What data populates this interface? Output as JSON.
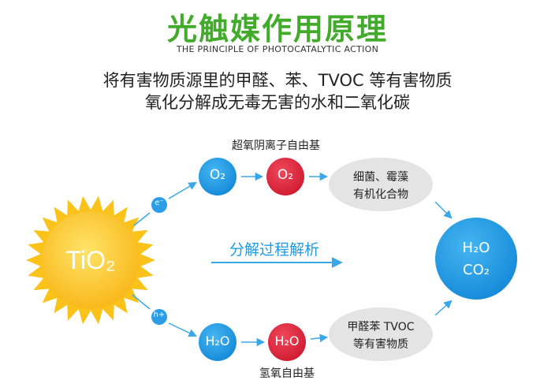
{
  "header": {
    "title": "光触媒作用原理",
    "subtitle": "THE PRINCIPLE OF PHOTOCATALYTIC ACTION",
    "description_line1": "将有害物质源里的甲醛、苯、TVOC 等有害物质",
    "description_line2": "氧化分解成无毒无害的水和二氧化碳"
  },
  "diagram": {
    "sun_label": "TiO₂",
    "electron_label": "e⁻",
    "hole_label": "h+",
    "superoxide_title": "超氧阴离子自由基",
    "o2_label": "O₂",
    "o2_radical_label": "O₂",
    "targets_top_line1": "细菌、霉藻",
    "targets_top_line2": "有机化合物",
    "process_label": "分解过程解析",
    "hydroxyl_title": "氢氧自由基",
    "h2o_label": "H₂O",
    "h2o_radical_label": "H₂O",
    "targets_bottom_line1": "甲醛苯 TVOC",
    "targets_bottom_line2": "等有害物质",
    "product_line1": "H₂O",
    "product_line2": "CO₂"
  },
  "colors": {
    "title_green": "#43ab2c",
    "blue": "#1e9be4",
    "red": "#e2243b",
    "sun_yellow": "#fbc21a",
    "grey_bubble": "#e4e4e4"
  }
}
